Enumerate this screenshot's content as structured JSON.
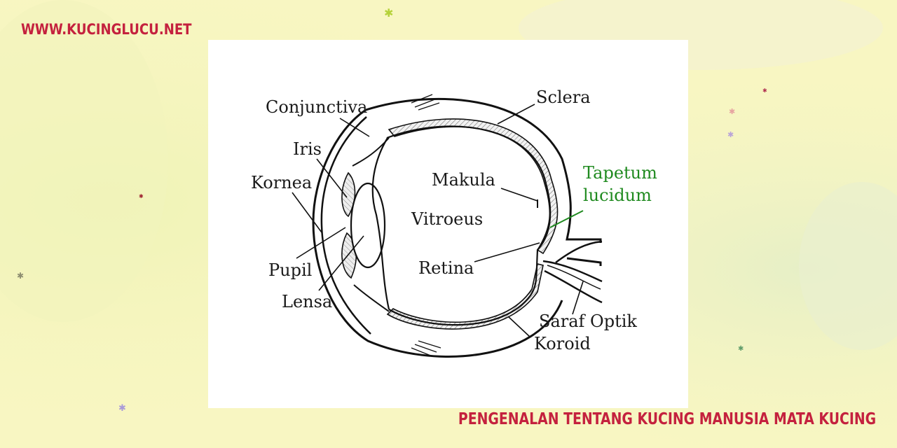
{
  "site": {
    "url": "WWW.KUCINGLUCU.NET"
  },
  "article": {
    "title": "PENGENALAN TENTANG KUCING MANUSIA MATA KUCING"
  },
  "diagram": {
    "labels": {
      "conjunctiva": "Conjunctiva",
      "sclera": "Sclera",
      "iris": "Iris",
      "kornea": "Kornea",
      "makula": "Makula",
      "tapetum_line1": "Tapetum",
      "tapetum_line2": "lucidum",
      "vitroeus": "Vitroeus",
      "pupil": "Pupil",
      "retina": "Retina",
      "lensa": "Lensa",
      "saraf_optik": "Saraf Optik",
      "koroid": "Koroid"
    }
  },
  "colors": {
    "brand_red": "#c4213e",
    "background": "#f8f6c2",
    "label_black": "#1a1a1a",
    "tapetum_green": "#1f8a1f",
    "card": "#ffffff"
  }
}
